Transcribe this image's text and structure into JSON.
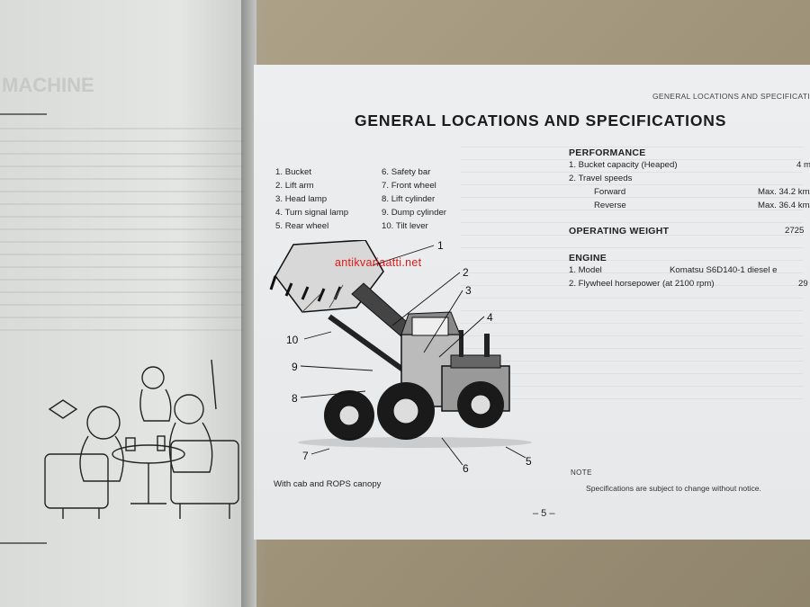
{
  "running_head": "GENERAL LOCATIONS AND SPECIFICATI",
  "title": "GENERAL LOCATIONS AND SPECIFICATIONS",
  "left_page": {
    "heading": "MACHINE"
  },
  "legend": [
    {
      "num": "1.",
      "label": "Bucket"
    },
    {
      "num": "2.",
      "label": "Lift arm"
    },
    {
      "num": "3.",
      "label": "Head lamp"
    },
    {
      "num": "4.",
      "label": "Turn signal lamp"
    },
    {
      "num": "5.",
      "label": "Rear wheel"
    },
    {
      "num": "6.",
      "label": "Safety bar"
    },
    {
      "num": "7.",
      "label": "Front wheel"
    },
    {
      "num": "8.",
      "label": "Lift cylinder"
    },
    {
      "num": "9.",
      "label": "Dump cylinder"
    },
    {
      "num": "10.",
      "label": "Tilt lever"
    }
  ],
  "callouts": [
    "1",
    "2",
    "3",
    "4",
    "5",
    "6",
    "7",
    "8",
    "9",
    "10"
  ],
  "caption": "With cab and ROPS canopy",
  "watermark": "antikvariaatti.net",
  "specs": {
    "performance": {
      "heading": "PERFORMANCE",
      "bucket_capacity": {
        "label": "1. Bucket capacity (Heaped)",
        "value": "4 m"
      },
      "travel_speeds": "2. Travel speeds",
      "forward": {
        "label": "Forward",
        "value": "Max. 34.2 km/h"
      },
      "reverse": {
        "label": "Reverse",
        "value": "Max. 36.4 km/h"
      }
    },
    "operating_weight": {
      "heading": "OPERATING WEIGHT",
      "value": "2725"
    },
    "engine": {
      "heading": "ENGINE",
      "model": {
        "label": "1. Model",
        "value": "Komatsu S6D140-1 diesel e"
      },
      "flywheel": {
        "label": "2. Flywheel horsepower (at 2100 rpm)",
        "value": "29"
      }
    }
  },
  "note": {
    "label": "NOTE",
    "text": "Specifications are subject to change without notice."
  },
  "page_number": "– 5 –"
}
